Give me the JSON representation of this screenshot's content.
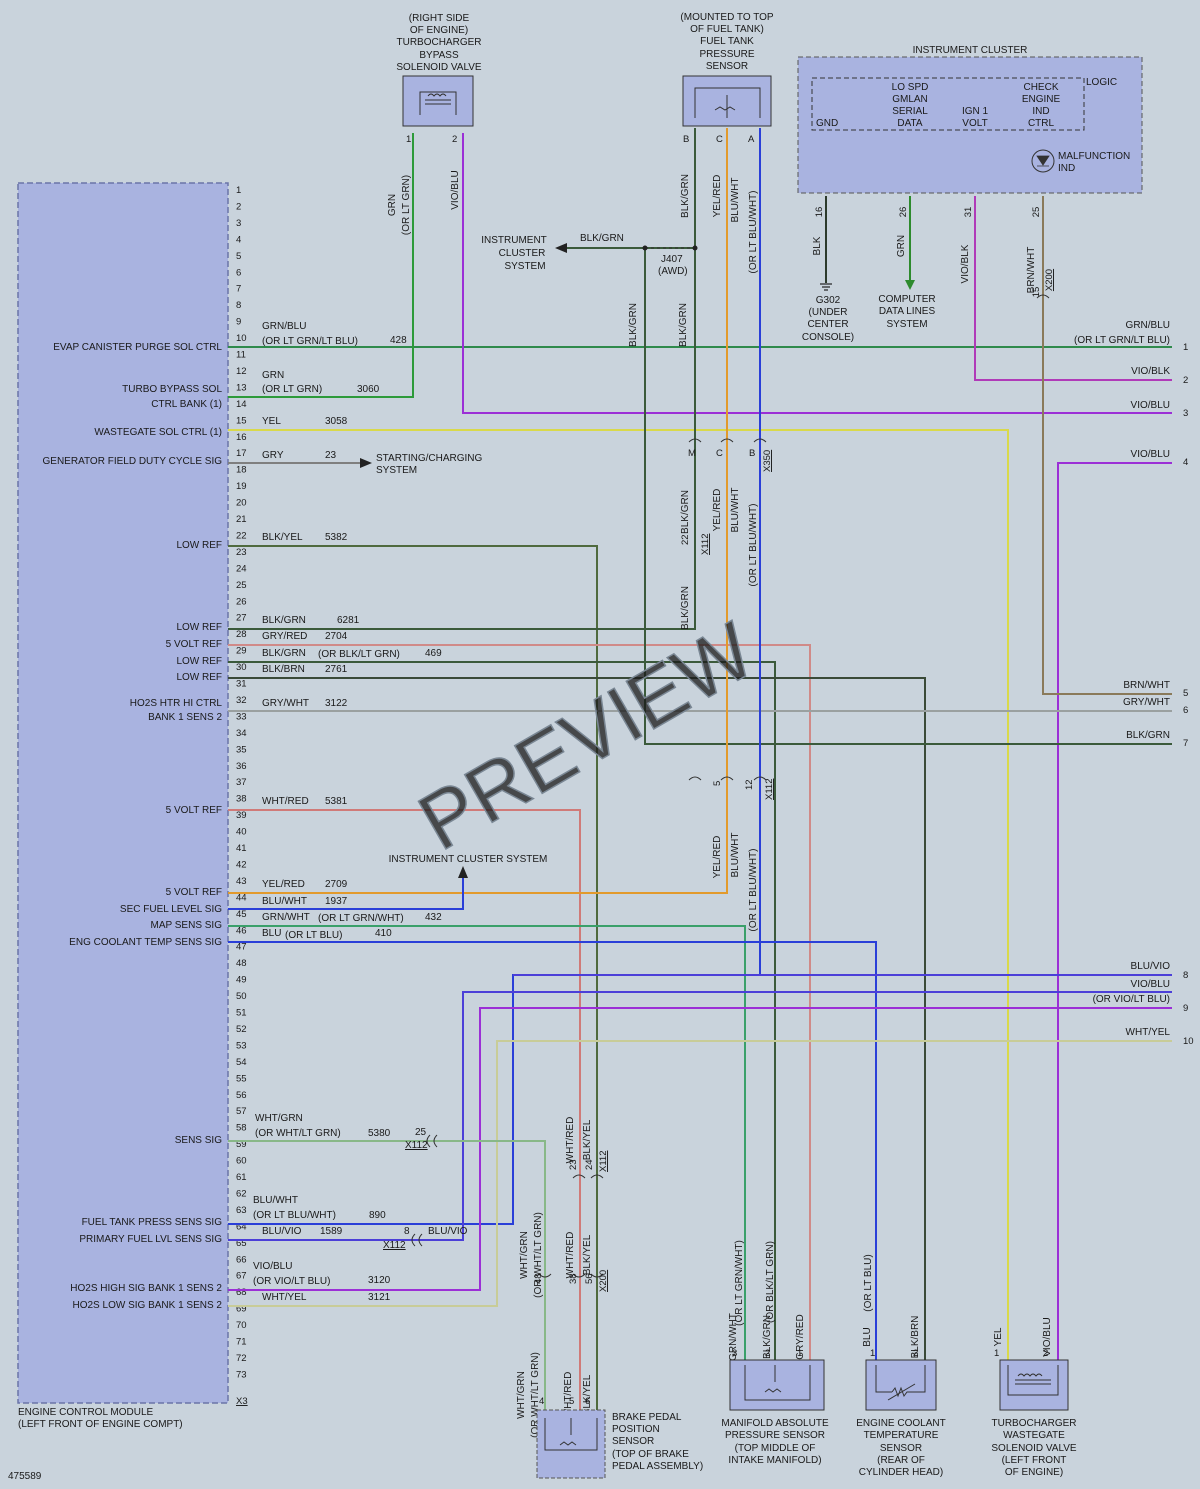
{
  "ecm": {
    "title": "ENGINE CONTROL MODULE",
    "location": "(LEFT FRONT OF ENGINE COMPT)",
    "connector": "X3",
    "pins": [
      "1",
      "2",
      "3",
      "4",
      "5",
      "6",
      "7",
      "8",
      "9",
      "10",
      "11",
      "12",
      "13",
      "14",
      "15",
      "16",
      "17",
      "18",
      "19",
      "20",
      "21",
      "22",
      "23",
      "24",
      "25",
      "26",
      "27",
      "28",
      "29",
      "30",
      "31",
      "32",
      "33",
      "34",
      "35",
      "36",
      "37",
      "38",
      "39",
      "40",
      "41",
      "42",
      "43",
      "44",
      "45",
      "46",
      "47",
      "48",
      "49",
      "50",
      "51",
      "52",
      "53",
      "54",
      "55",
      "56",
      "57",
      "58",
      "59",
      "60",
      "61",
      "62",
      "63",
      "64",
      "65",
      "66",
      "67",
      "68",
      "69",
      "70",
      "71",
      "72",
      "73"
    ]
  },
  "ecm_labels": [
    {
      "id": "evap",
      "text": "EVAP CANISTER PURGE SOL CTRL"
    },
    {
      "id": "turbo1",
      "text": "TURBO BYPASS SOL"
    },
    {
      "id": "turbo2",
      "text": "CTRL BANK (1)"
    },
    {
      "id": "waste",
      "text": "WASTEGATE SOL CTRL (1)"
    },
    {
      "id": "gen",
      "text": "GENERATOR FIELD DUTY CYCLE SIG"
    },
    {
      "id": "lowref22",
      "text": "LOW REF"
    },
    {
      "id": "lowref27",
      "text": "LOW REF"
    },
    {
      "id": "v5_28",
      "text": "5 VOLT REF"
    },
    {
      "id": "lowref29",
      "text": "LOW REF"
    },
    {
      "id": "lowref30",
      "text": "LOW REF"
    },
    {
      "id": "ho2s1",
      "text": "HO2S HTR HI CTRL"
    },
    {
      "id": "ho2s2",
      "text": "BANK 1 SENS 2"
    },
    {
      "id": "v5_38",
      "text": "5 VOLT REF"
    },
    {
      "id": "v5_43",
      "text": "5 VOLT REF"
    },
    {
      "id": "secfuel",
      "text": "SEC FUEL LEVEL SIG"
    },
    {
      "id": "map",
      "text": "MAP SENS SIG"
    },
    {
      "id": "ect",
      "text": "ENG COOLANT TEMP SENS SIG"
    },
    {
      "id": "sens",
      "text": "SENS SIG"
    },
    {
      "id": "ftp",
      "text": "FUEL TANK PRESS SENS SIG"
    },
    {
      "id": "pfl",
      "text": "PRIMARY FUEL LVL SENS SIG"
    },
    {
      "id": "ho2sh",
      "text": "HO2S HIGH SIG BANK 1 SENS 2"
    },
    {
      "id": "ho2sl",
      "text": "HO2S LOW SIG BANK 1 SENS 2"
    }
  ],
  "wire_labels": [
    {
      "id": "w10a",
      "text": "GRN/BLU"
    },
    {
      "id": "w10b",
      "text": "(OR LT GRN/LT BLU)"
    },
    {
      "id": "c10",
      "text": "428"
    },
    {
      "id": "w13a",
      "text": "GRN"
    },
    {
      "id": "w13b",
      "text": "(OR LT GRN)"
    },
    {
      "id": "c13",
      "text": "3060"
    },
    {
      "id": "w15",
      "text": "YEL"
    },
    {
      "id": "c15",
      "text": "3058"
    },
    {
      "id": "w17",
      "text": "GRY"
    },
    {
      "id": "c17",
      "text": "23"
    },
    {
      "id": "w22",
      "text": "BLK/YEL"
    },
    {
      "id": "c22",
      "text": "5382"
    },
    {
      "id": "w27",
      "text": "BLK/GRN"
    },
    {
      "id": "c27",
      "text": "6281"
    },
    {
      "id": "w28",
      "text": "GRY/RED"
    },
    {
      "id": "c28",
      "text": "2704"
    },
    {
      "id": "w29",
      "text": "BLK/GRN"
    },
    {
      "id": "w29b",
      "text": "(OR BLK/LT GRN)"
    },
    {
      "id": "c29",
      "text": "469"
    },
    {
      "id": "w30",
      "text": "BLK/BRN"
    },
    {
      "id": "c30",
      "text": "2761"
    },
    {
      "id": "w32",
      "text": "GRY/WHT"
    },
    {
      "id": "c32",
      "text": "3122"
    },
    {
      "id": "w38",
      "text": "WHT/RED"
    },
    {
      "id": "c38",
      "text": "5381"
    },
    {
      "id": "w43",
      "text": "YEL/RED"
    },
    {
      "id": "c43",
      "text": "2709"
    },
    {
      "id": "w44",
      "text": "BLU/WHT"
    },
    {
      "id": "c44",
      "text": "1937"
    },
    {
      "id": "w45",
      "text": "GRN/WHT"
    },
    {
      "id": "w45b",
      "text": "(OR LT GRN/WHT)"
    },
    {
      "id": "c45",
      "text": "432"
    },
    {
      "id": "w46",
      "text": "BLU"
    },
    {
      "id": "w46b",
      "text": "(OR LT BLU)"
    },
    {
      "id": "c46",
      "text": "410"
    },
    {
      "id": "w58a",
      "text": "WHT/GRN"
    },
    {
      "id": "w58b",
      "text": "(OR WHT/LT GRN)"
    },
    {
      "id": "c58",
      "text": "5380"
    },
    {
      "id": "p58",
      "text": "25"
    },
    {
      "id": "x58",
      "text": "X112"
    },
    {
      "id": "w63a",
      "text": "BLU/WHT"
    },
    {
      "id": "w63b",
      "text": "(OR LT BLU/WHT)"
    },
    {
      "id": "c63",
      "text": "890"
    },
    {
      "id": "w64",
      "text": "BLU/VIO"
    },
    {
      "id": "c64",
      "text": "1589"
    },
    {
      "id": "p64",
      "text": "8"
    },
    {
      "id": "x64",
      "text": "X112"
    },
    {
      "id": "w64r",
      "text": "BLU/VIO"
    },
    {
      "id": "w67a",
      "text": "VIO/BLU"
    },
    {
      "id": "w67b",
      "text": "(OR VIO/LT BLU)"
    },
    {
      "id": "c67",
      "text": "3120"
    },
    {
      "id": "w68",
      "text": "WHT/YEL"
    },
    {
      "id": "c68",
      "text": "3121"
    }
  ],
  "right_labels": [
    {
      "id": "r1a",
      "text": "GRN/BLU"
    },
    {
      "id": "r1b",
      "text": "(OR LT GRN/LT BLU)"
    },
    {
      "id": "r2",
      "text": "VIO/BLK"
    },
    {
      "id": "r3",
      "text": "VIO/BLU"
    },
    {
      "id": "r4",
      "text": "VIO/BLU"
    },
    {
      "id": "r5",
      "text": "BRN/WHT"
    },
    {
      "id": "r6",
      "text": "GRY/WHT"
    },
    {
      "id": "r7",
      "text": "BLK/GRN"
    },
    {
      "id": "r8",
      "text": "BLU/VIO"
    },
    {
      "id": "r9a",
      "text": "VIO/BLU"
    },
    {
      "id": "r9b",
      "text": "(OR VIO/LT BLU)"
    },
    {
      "id": "r10",
      "text": "WHT/YEL"
    }
  ],
  "right_pins": [
    "1",
    "2",
    "3",
    "4",
    "5",
    "6",
    "7",
    "8",
    "9",
    "10"
  ],
  "components": {
    "bypass": [
      "(RIGHT SIDE",
      "OF ENGINE)",
      "TURBOCHARGER",
      "BYPASS",
      "SOLENOID VALVE"
    ],
    "fuel_tank": [
      "(MOUNTED TO TOP",
      "OF FUEL TANK)",
      "FUEL TANK",
      "PRESSURE",
      "SENSOR"
    ],
    "cluster_title": "INSTRUMENT CLUSTER",
    "cluster_logic": "LOGIC",
    "cluster_gnd": "GND",
    "cluster_lospd": [
      "LO SPD",
      "GMLAN",
      "SERIAL",
      "DATA"
    ],
    "cluster_ign": [
      "IGN 1",
      "VOLT"
    ],
    "cluster_check": [
      "CHECK",
      "ENGINE",
      "IND",
      "CTRL"
    ],
    "cluster_malf": [
      "MALFUNCTION",
      "IND"
    ],
    "ic_system": [
      "INSTRUMENT",
      "CLUSTER",
      "SYSTEM"
    ],
    "ic_system2": "INSTRUMENT CLUSTER SYSTEM",
    "starting": [
      "STARTING/CHARGING",
      "SYSTEM"
    ],
    "g302": [
      "G302",
      "(UNDER",
      "CENTER",
      "CONSOLE)"
    ],
    "cdl": [
      "COMPUTER",
      "DATA LINES",
      "SYSTEM"
    ],
    "brake": [
      "BRAKE PEDAL",
      "POSITION",
      "SENSOR",
      "(TOP OF BRAKE",
      "PEDAL ASSEMBLY)"
    ],
    "map": [
      "MANIFOLD ABSOLUTE",
      "PRESSURE SENSOR",
      "(TOP MIDDLE OF",
      "INTAKE MANIFOLD)"
    ],
    "ect": [
      "ENGINE COOLANT",
      "TEMPERATURE",
      "SENSOR",
      "(REAR OF",
      "CYLINDER HEAD)"
    ],
    "wastegate": [
      "TURBOCHARGER",
      "WASTEGATE",
      "SOLENOID VALVE",
      "(LEFT FRONT",
      "OF ENGINE)"
    ]
  },
  "vertical_labels": [
    {
      "id": "v_grn1",
      "text": "GRN"
    },
    {
      "id": "v_grn2",
      "text": "(OR LT GRN)"
    },
    {
      "id": "v_viob",
      "text": "VIO/BLU"
    },
    {
      "id": "v_ft_b",
      "text": "BLK/GRN"
    },
    {
      "id": "v_ft_c",
      "text": "YEL/RED"
    },
    {
      "id": "v_ft_a1",
      "text": "BLU/WHT"
    },
    {
      "id": "v_ft_a2",
      "text": "(OR LT BLU/WHT)"
    },
    {
      "id": "v_blk",
      "text": "BLK"
    },
    {
      "id": "v_grn",
      "text": "GRN"
    },
    {
      "id": "v_vblk",
      "text": "VIO/BLK"
    },
    {
      "id": "v_brnw",
      "text": "BRN/WHT"
    },
    {
      "id": "v_bg1",
      "text": "BLK/GRN"
    },
    {
      "id": "v_bg2",
      "text": "BLK/GRN"
    },
    {
      "id": "v_x350_bg",
      "text": "BLK/GRN"
    },
    {
      "id": "v_x350_yr",
      "text": "YEL/RED"
    },
    {
      "id": "v_x350_bw1",
      "text": "BLU/WHT"
    },
    {
      "id": "v_x350_bw2",
      "text": "(OR LT BLU/WHT)"
    },
    {
      "id": "v_bg3",
      "text": "BLK/GRN"
    },
    {
      "id": "v_yr2",
      "text": "YEL/RED"
    },
    {
      "id": "v_bw3a",
      "text": "BLU/WHT"
    },
    {
      "id": "v_bw3b",
      "text": "(OR LT BLU/WHT)"
    },
    {
      "id": "v_wr1",
      "text": "WHT/RED"
    },
    {
      "id": "v_by1",
      "text": "BLK/YEL"
    },
    {
      "id": "v_wg1",
      "text": "WHT/GRN"
    },
    {
      "id": "v_wg2",
      "text": "(OR WHT/LT GRN)"
    },
    {
      "id": "v_wr2",
      "text": "WHT/RED"
    },
    {
      "id": "v_by2",
      "text": "BLK/YEL"
    },
    {
      "id": "v_wg3",
      "text": "WHT/GRN"
    },
    {
      "id": "v_wg4",
      "text": "(OR WHT/LT GRN)"
    },
    {
      "id": "v_wr3",
      "text": "WHT/RED"
    },
    {
      "id": "v_by3",
      "text": "BLK/YEL"
    },
    {
      "id": "v_gw1",
      "text": "GRN/WHT"
    },
    {
      "id": "v_gw2",
      "text": "(OR LT GRN/WHT)"
    },
    {
      "id": "v_bkg1",
      "text": "BLK/GRN"
    },
    {
      "id": "v_bkg2",
      "text": "(OR BLK/LT GRN)"
    },
    {
      "id": "v_gr",
      "text": "GRY/RED"
    },
    {
      "id": "v_blu1",
      "text": "BLU"
    },
    {
      "id": "v_blu2",
      "text": "(OR LT BLU)"
    },
    {
      "id": "v_bkb",
      "text": "BLK/BRN"
    },
    {
      "id": "v_yel",
      "text": "YEL"
    },
    {
      "id": "v_vb2",
      "text": "VIO/BLU"
    }
  ],
  "connectors": {
    "x112": "X112",
    "x350": "X350",
    "x200": "X200",
    "j407": "J407",
    "awd": "(AWD)",
    "blkgrn_h": "BLK/GRN",
    "ft_pins": [
      "B",
      "C",
      "A"
    ],
    "x350_pins": [
      "M",
      "C",
      "B"
    ],
    "x112_pins": [
      "22",
      "5",
      "12"
    ],
    "cl_pins": [
      "16",
      "26",
      "31",
      "25"
    ],
    "x200_pin": "15",
    "sens_pins": [
      "1",
      "2",
      "3",
      "2",
      "1",
      "3",
      "2",
      "1",
      "2",
      "1"
    ],
    "brake_pins": [
      "4",
      "5",
      "6"
    ],
    "x112_lower": [
      "23",
      "24"
    ],
    "x200_lower": [
      "48",
      "38",
      "56"
    ]
  },
  "footer_id": "475589",
  "watermark": "PREVIEW",
  "colors": {
    "grn": "#2d8a2d",
    "grn_blu": "#2f8a4c",
    "vio": "#9b2fd6",
    "yel": "#d9d94a",
    "gry": "#7f7f7f",
    "blk": "#2c3a2c",
    "red": "#d07a78",
    "orange": "#e29a2c",
    "blu": "#2a3fd8",
    "blu_vio": "#4b3fd8",
    "wht_yel": "#c8cc98",
    "brn": "#8a7a5a"
  }
}
